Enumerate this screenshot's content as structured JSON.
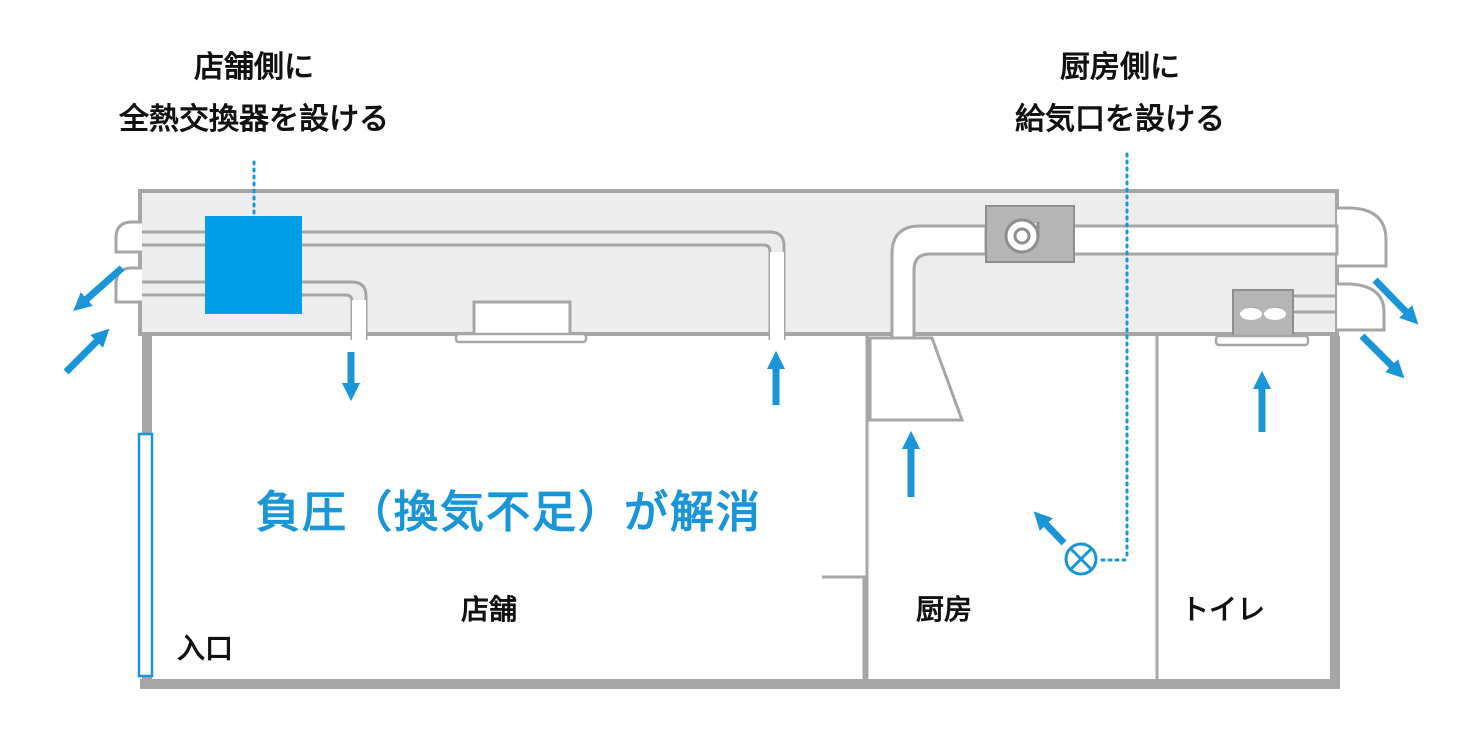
{
  "callouts": {
    "store_side": {
      "line1": "店舗側に",
      "line2": "全熱交換器を設ける"
    },
    "kitchen_side": {
      "line1": "厨房側に",
      "line2": "給気口を設ける"
    }
  },
  "headline": "負圧（換気不足）が解消",
  "rooms": {
    "store": "店舗",
    "entrance": "入口",
    "kitchen": "厨房",
    "toilet": "トイレ"
  },
  "colors": {
    "accent": "#1a96d8",
    "wall": "#a6a6a6",
    "ceiling": "#ededed",
    "heat_exchanger": "#00a0e9",
    "fan": "#b5b5b5"
  },
  "icons": {
    "heat_exchanger": "heat-exchanger-icon",
    "kitchen_fan": "blower-fan-icon",
    "toilet_fan": "ventilation-fan-icon",
    "supply_vent": "supply-vent-icon",
    "air_flow": "arrow-icon"
  }
}
